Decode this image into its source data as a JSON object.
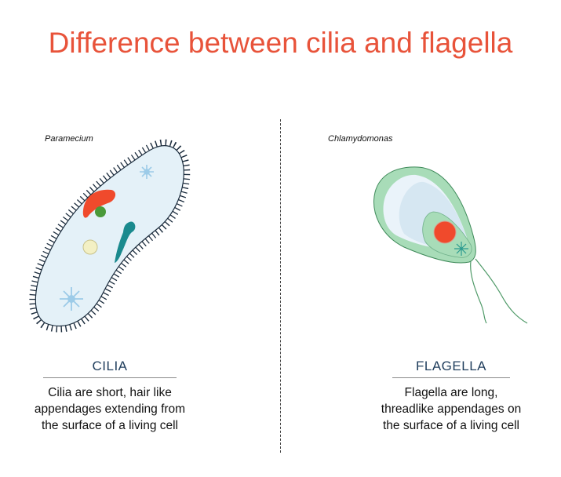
{
  "title": "Difference between cilia and flagella",
  "left": {
    "species": "Paramecium",
    "label": "CILIA",
    "description": [
      "Cilia are short, hair like",
      "appendages extending from",
      "the surface of a living cell"
    ]
  },
  "right": {
    "species": "Chlamydomonas",
    "label": "FLAGELLA",
    "description": [
      "Flagella are long,",
      "threadlike appendages on",
      "the surface of a living cell"
    ]
  },
  "colors": {
    "title": "#e8533a",
    "label": "#1f3d5c",
    "body": "#e4f1f8",
    "green": "#a8dcb8",
    "nucleus": "#f04a2c",
    "teal": "#1a8a8e"
  }
}
